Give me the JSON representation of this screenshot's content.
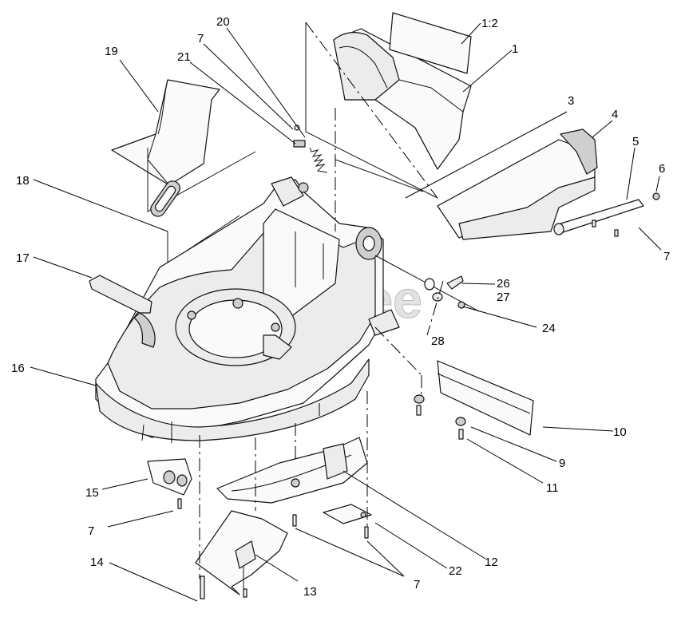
{
  "watermark": "PartsTree",
  "callouts": {
    "c1_2": "1:2",
    "c1": "1",
    "c3": "3",
    "c4": "4",
    "c5": "5",
    "c6": "6",
    "c7_a": "7",
    "c7_b": "7",
    "c7_c": "7",
    "c7_d": "7",
    "c9": "9",
    "c10": "10",
    "c11": "11",
    "c12": "12",
    "c13": "13",
    "c14": "14",
    "c15": "15",
    "c16": "16",
    "c17": "17",
    "c18": "18",
    "c19": "19",
    "c20": "20",
    "c21": "21",
    "c22": "22",
    "c24": "24",
    "c26": "26",
    "c27": "27",
    "c28": "28"
  }
}
